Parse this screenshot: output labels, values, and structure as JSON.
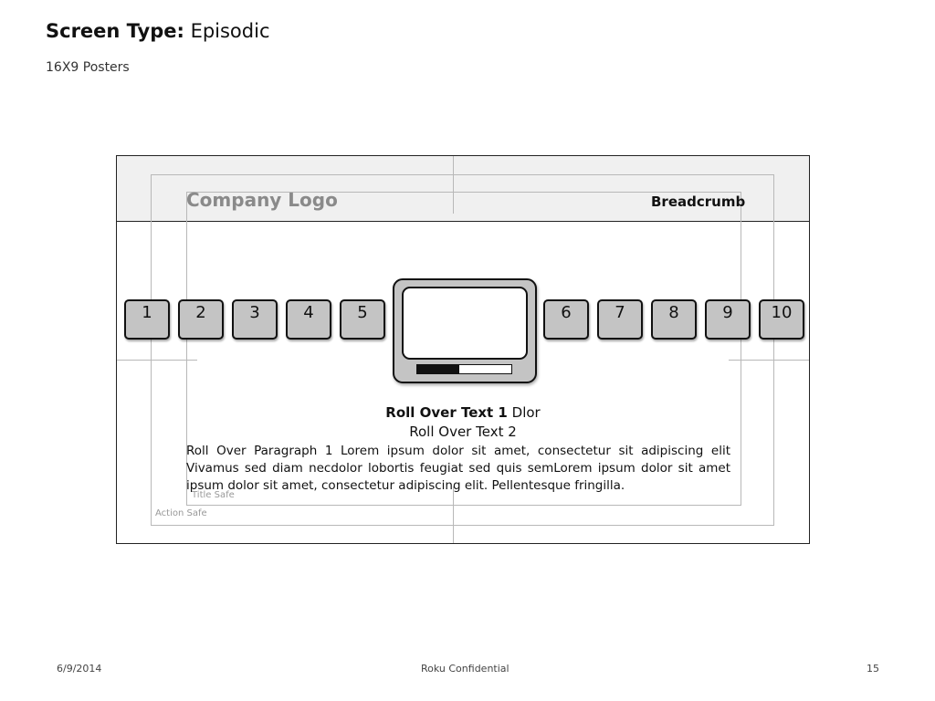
{
  "slide": {
    "title_label": "Screen Type:",
    "title_value": "Episodic",
    "subtitle": "16X9 Posters"
  },
  "mockup": {
    "company_logo": "Company Logo",
    "breadcrumb": "Breadcrumb",
    "tiles_left": [
      "1",
      "2",
      "3",
      "4",
      "5"
    ],
    "tiles_right": [
      "6",
      "7",
      "8",
      "9",
      "10"
    ],
    "progress_fraction": 0.45,
    "rollover_text_1_bold": "Roll Over Text 1",
    "rollover_text_1_rest": "Dlor",
    "rollover_text_2": "Roll Over Text 2",
    "paragraph": "Roll Over Paragraph 1 Lorem ipsum dolor sit amet, consectetur sit adipiscing elit Vivamus sed diam necdolor lobortis feugiat sed quis semLorem ipsum dolor sit amet ipsum dolor sit amet, consectetur adipiscing elit. Pellentesque fringilla.",
    "title_safe_label": "Title Safe",
    "action_safe_label": "Action Safe"
  },
  "footer": {
    "date": "6/9/2014",
    "confidential": "Roku Confidential",
    "page_number": "15"
  },
  "colors": {
    "tile_fill": "#c4c4c4",
    "header_band": "#f0f0f0",
    "guide_lines": "#b8b8b8",
    "logo_text": "#8a8a8a"
  }
}
